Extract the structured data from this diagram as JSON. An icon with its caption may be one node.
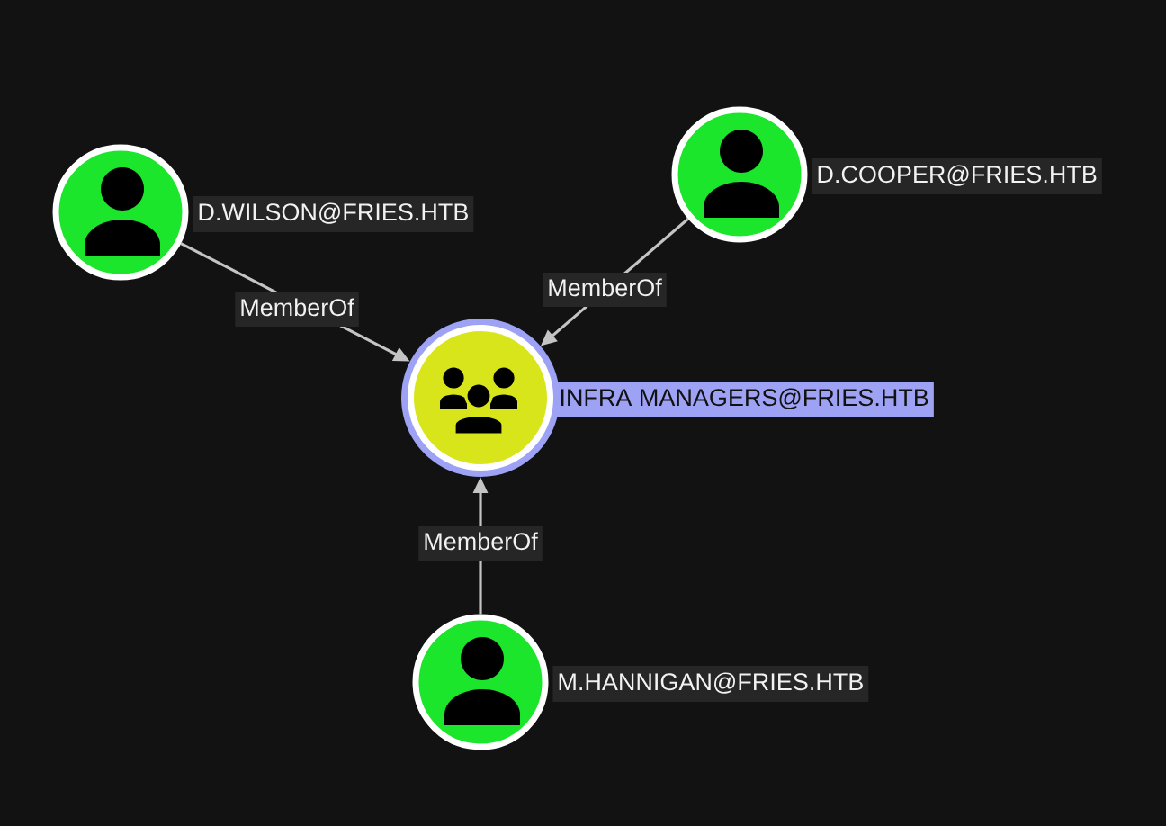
{
  "diagram": {
    "nodes": [
      {
        "text": [
          "D.WILSON@FRIES.HTB"
        ]
      },
      {
        "text": [
          "D.COOPER@FRIES.HTB"
        ]
      },
      {
        "text": [
          "INFRA MANAGERS@FRIES.HTB"
        ]
      },
      {
        "text": [
          "M.HANNIGAN@FRIES.HTB"
        ]
      }
    ],
    "edges": [
      {
        "from": 0,
        "to": 2,
        "arrow": "to",
        "label": "MemberOf"
      },
      {
        "from": 1,
        "to": 2,
        "arrow": "to",
        "label": "MemberOf"
      },
      {
        "from": 3,
        "to": 2,
        "arrow": "to",
        "label": "MemberOf"
      }
    ]
  }
}
